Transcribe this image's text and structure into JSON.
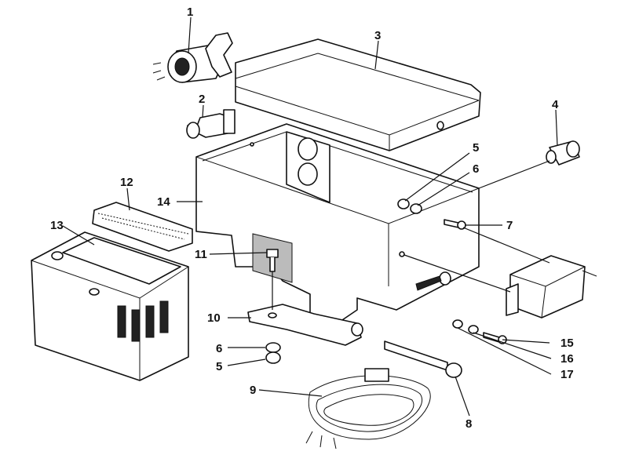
{
  "diagram": {
    "labels": {
      "p1": "1",
      "p2": "2",
      "p3": "3",
      "p4": "4",
      "p5a": "5",
      "p6a": "6",
      "p7": "7",
      "p8": "8",
      "p9": "9",
      "p10": "10",
      "p11": "11",
      "p12": "12",
      "p13": "13",
      "p14": "14",
      "p15": "15",
      "p16": "16",
      "p17": "17",
      "p6b": "6",
      "p5b": "5"
    }
  }
}
